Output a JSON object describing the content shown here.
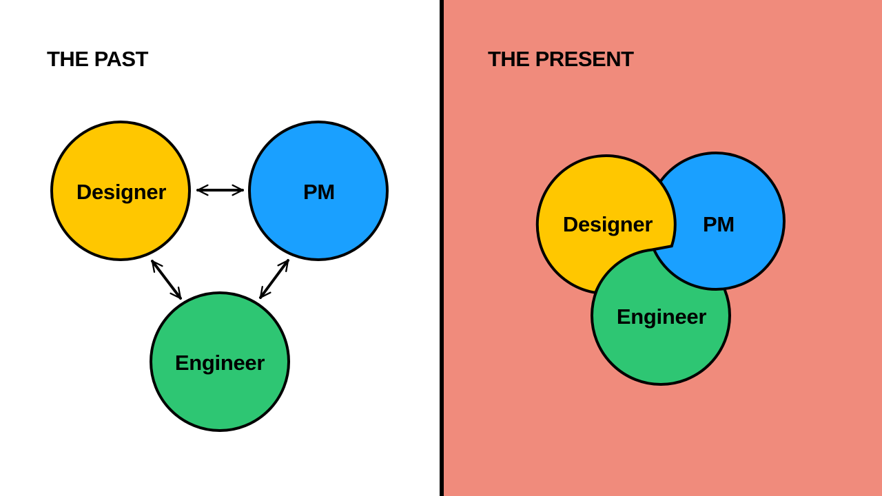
{
  "colors": {
    "background_past": "#ffffff",
    "background_present": "#f08b7c",
    "divider": "#000000",
    "designer": "#ffc700",
    "pm": "#1aa0ff",
    "engineer": "#2ec673",
    "outline": "#000000"
  },
  "past": {
    "title": "THE PAST",
    "nodes": {
      "designer": "Designer",
      "pm": "PM",
      "engineer": "Engineer"
    },
    "arrows": [
      "designer-pm",
      "designer-engineer",
      "pm-engineer"
    ]
  },
  "present": {
    "title": "THE PRESENT",
    "nodes": {
      "designer": "Designer",
      "pm": "PM",
      "engineer": "Engineer"
    }
  }
}
